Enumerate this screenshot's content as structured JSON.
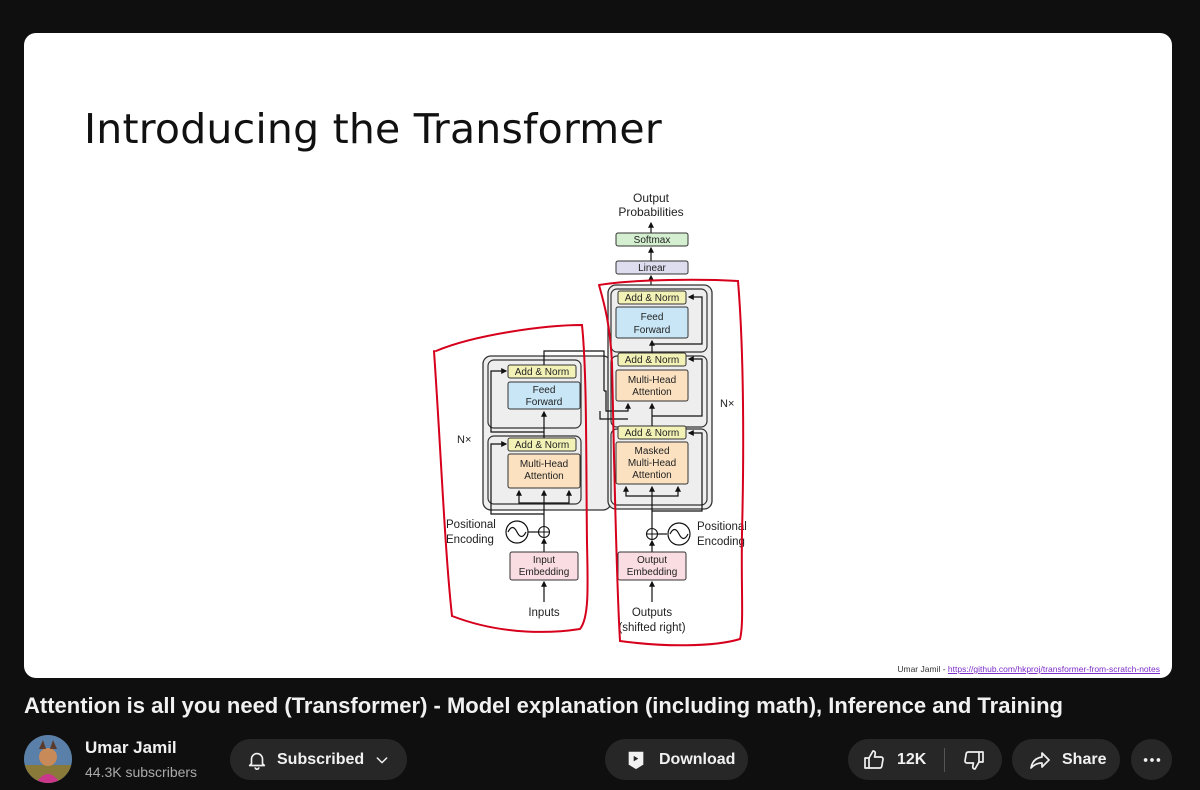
{
  "slide": {
    "title": "Introducing the Transformer",
    "credit_author": "Umar Jamil - ",
    "credit_link": "https://github.com/hkproj/transformer-from-scratch-notes"
  },
  "diagram": {
    "output_label_1": "Output",
    "output_label_2": "Probabilities",
    "softmax": "Softmax",
    "linear": "Linear",
    "add_norm": "Add & Norm",
    "feed": "Feed",
    "forward": "Forward",
    "multi_head": "Multi-Head",
    "attention": "Attention",
    "masked": "Masked",
    "nx": "N×",
    "positional": "Positional",
    "encoding": "Encoding",
    "input": "Input",
    "output": "Output",
    "embedding": "Embedding",
    "inputs": "Inputs",
    "outputs": "Outputs",
    "shifted_right": "(shifted right)",
    "colors": {
      "add_norm": "#f3f2b6",
      "feed_forward": "#c8e6f6",
      "attention": "#fbe1c0",
      "embedding": "#f9dde2",
      "softmax": "#d3efcf",
      "linear": "#dedcef",
      "block": "#eeeeee",
      "annotation": "#d6001c"
    }
  },
  "video": {
    "title": "Attention is all you need (Transformer) - Model explanation (including math), Inference and Training"
  },
  "channel": {
    "name": "Umar Jamil",
    "subscribers": "44.3K subscribers"
  },
  "actions": {
    "subscribed": "Subscribed",
    "download": "Download",
    "likes": "12K",
    "share": "Share"
  }
}
